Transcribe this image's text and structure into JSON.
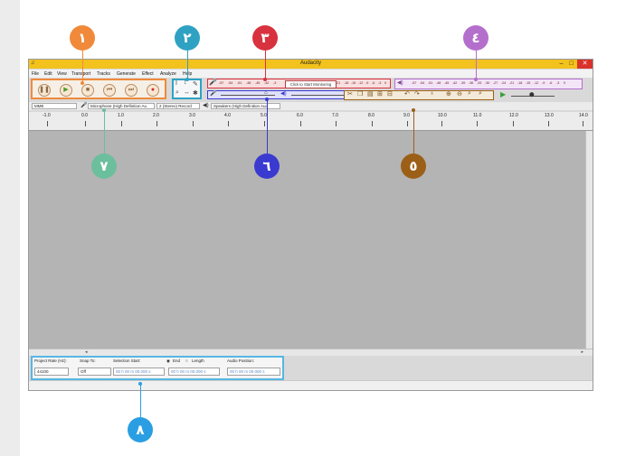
{
  "callouts": [
    "١",
    "٢",
    "٣",
    "٤",
    "٥",
    "٦",
    "٧",
    "٨"
  ],
  "colors": {
    "callout1": "#f08a3a",
    "callout2": "#2fa2c4",
    "callout3": "#d8323e",
    "callout4": "#b46fcc",
    "callout5": "#9c5f17",
    "callout6": "#3a3ad0",
    "callout7": "#6bbf9c",
    "callout8": "#2a9ee2",
    "titlebar": "#f3c21c",
    "track_bg": "#b4b4b4"
  },
  "window": {
    "title": "Audacity"
  },
  "menu": [
    "File",
    "Edit",
    "View",
    "Transport",
    "Tracks",
    "Generate",
    "Effect",
    "Analyze",
    "Help"
  ],
  "transport": {
    "icons": [
      "pause-icon",
      "play-icon",
      "stop-icon",
      "skip-start-icon",
      "skip-end-icon",
      "record-icon"
    ]
  },
  "meters": {
    "record_scale": [
      "-57",
      "-54",
      "-51",
      "-48",
      "-45",
      "-42",
      "-3",
      "21",
      "-18",
      "-15",
      "-12",
      "-9",
      "-6",
      "-3",
      "0"
    ],
    "click_to_start": "Click to Start Monitoring",
    "play_scale": [
      "-57",
      "-54",
      "-51",
      "-48",
      "-45",
      "-42",
      "-39",
      "-36",
      "-33",
      "-30",
      "-27",
      "-24",
      "-21",
      "-18",
      "-15",
      "-12",
      "-9",
      "-6",
      "-3",
      "0"
    ]
  },
  "devices": {
    "host": "MME",
    "mic": "Microphone (High Definition Au",
    "channels": "2 (Stereo) Record",
    "speaker": "Speakers (High Definition Aud"
  },
  "ruler": [
    "-1.0",
    "0.0",
    "1.0",
    "2.0",
    "3.0",
    "4.0",
    "5.0",
    "6.0",
    "7.0",
    "8.0",
    "9.0",
    "10.0",
    "11.0",
    "12.0",
    "13.0",
    "14.0"
  ],
  "selection_bar": {
    "project_rate_label": "Project Rate (Hz):",
    "project_rate_value": "44100",
    "snap_label": "Snap To:",
    "snap_value": "Off",
    "selection_start_label": "Selection Start:",
    "end_label": "End",
    "length_label": "Length",
    "audio_position_label": "Audio Position:",
    "time_value": "00 h 00 m 00.000 s"
  }
}
